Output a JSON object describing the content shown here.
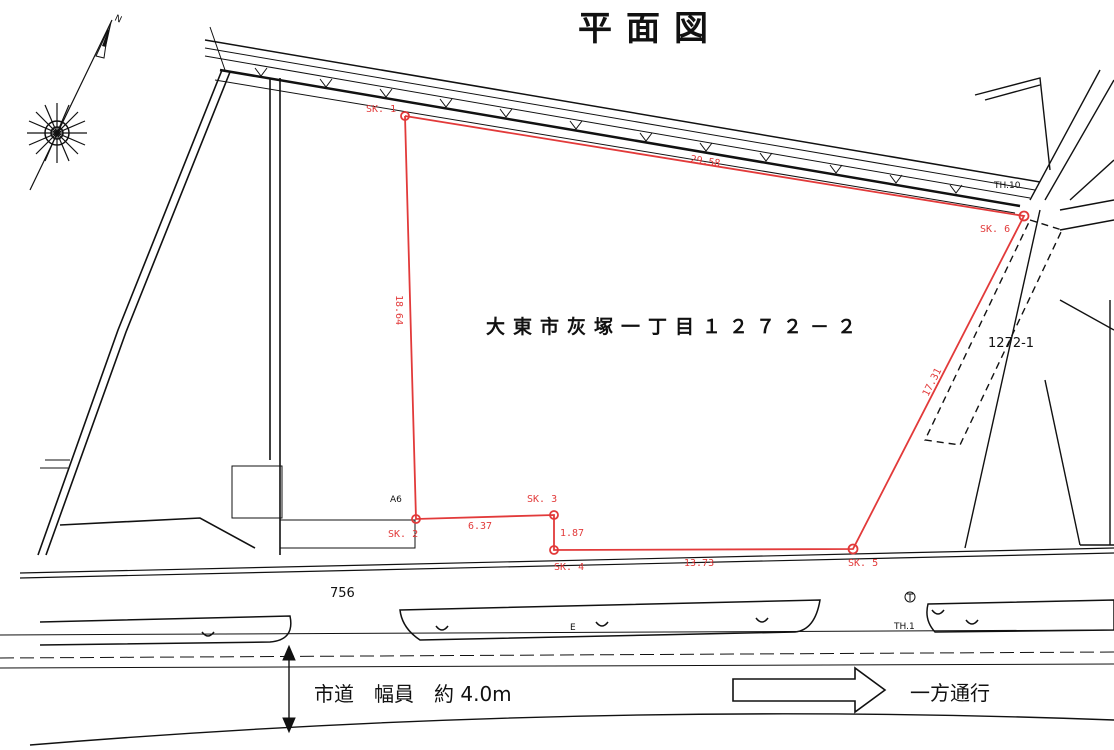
{
  "title": "平面図",
  "compass": {
    "north_mark": "N"
  },
  "lot": {
    "label": "大東市灰塚一丁目１２７２－２"
  },
  "adjacent_lot": {
    "label": "1272-1"
  },
  "road_number": "756",
  "benchmarks": {
    "th10": "TH.10",
    "th1": "TH.1",
    "a6": "A6",
    "e": "E"
  },
  "survey_points": [
    {
      "id": "SK. 1"
    },
    {
      "id": "SK. 2"
    },
    {
      "id": "SK. 3"
    },
    {
      "id": "SK. 4"
    },
    {
      "id": "SK. 5"
    },
    {
      "id": "SK. 6"
    }
  ],
  "edge_lengths": {
    "sk1_sk6": "29.58",
    "sk1_sk2": "18.64",
    "sk2_sk3": "6.37",
    "sk3_sk4": "1.87",
    "sk4_sk5": "13.73",
    "sk5_sk6": "17.31"
  },
  "road": {
    "width_label": "市道　幅員　約 4.0m"
  },
  "traffic": {
    "label": "一方通行"
  },
  "colors": {
    "boundary": "#e23a3a",
    "ink": "#111111",
    "background": "#ffffff"
  }
}
